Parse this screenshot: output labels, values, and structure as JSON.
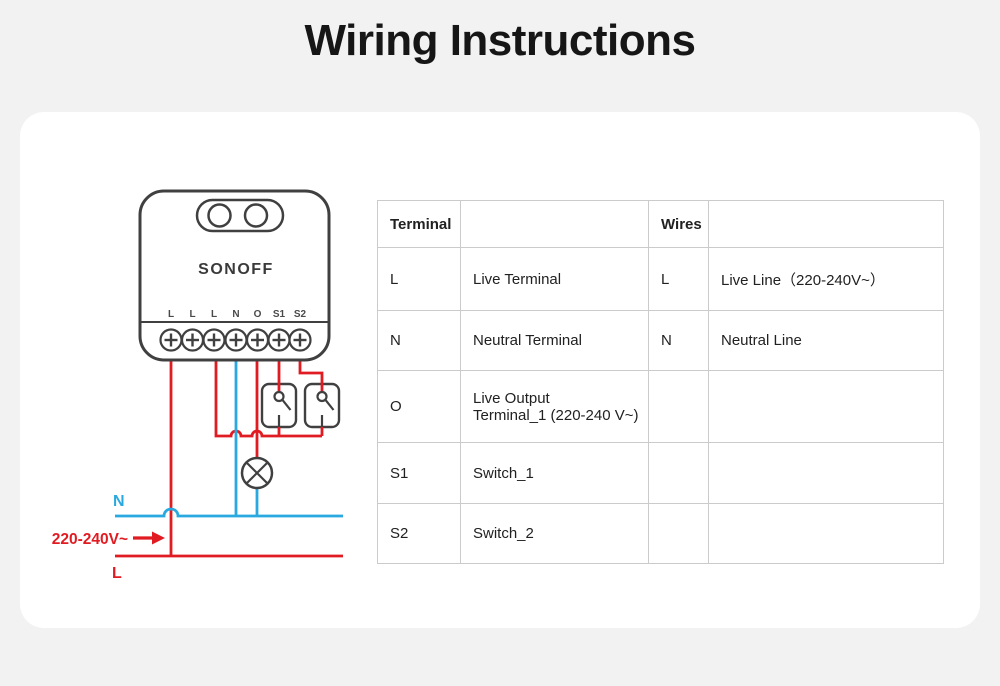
{
  "page": {
    "title": "Wiring Instructions"
  },
  "colors": {
    "live_red": "#e11b22",
    "neutral_blue": "#29a9e0",
    "outline_gray": "#404040",
    "table_border": "#cbcbcb",
    "text_dark": "#212121",
    "page_background": "#f2f2f2",
    "card_background": "#ffffff"
  },
  "diagram": {
    "device_brand": "SONOFF",
    "terminal_labels": [
      "L",
      "L",
      "L",
      "N",
      "O",
      "S1",
      "S2"
    ],
    "labels": {
      "neutral_line": "N",
      "live_line": "L",
      "voltage": "220-240V~"
    },
    "icons": [
      "screw-terminal-icon",
      "switch-icon",
      "lamp-icon",
      "arrow-right-icon"
    ]
  },
  "table": {
    "headers": [
      "Terminal",
      "",
      "Wires",
      ""
    ],
    "rows": [
      {
        "terminal": "L",
        "terminal_desc": "Live Terminal",
        "wire": "L",
        "wire_desc": "Live Line（220-240V~）"
      },
      {
        "terminal": "N",
        "terminal_desc": "Neutral Terminal",
        "wire": "N",
        "wire_desc": "Neutral Line"
      },
      {
        "terminal": "O",
        "terminal_desc": "Live Output\nTerminal_1 (220-240 V~)",
        "wire": "",
        "wire_desc": ""
      },
      {
        "terminal": "S1",
        "terminal_desc": "Switch_1",
        "wire": "",
        "wire_desc": ""
      },
      {
        "terminal": "S2",
        "terminal_desc": "Switch_2",
        "wire": "",
        "wire_desc": ""
      }
    ]
  }
}
